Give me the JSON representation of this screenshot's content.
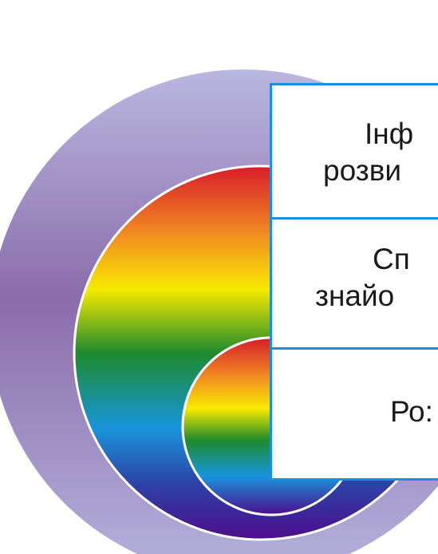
{
  "diagram": {
    "rings": [
      {
        "level": "outer",
        "fill": "lavender-purple gradient",
        "colors": [
          "#b6b6df",
          "#8d6fae",
          "#b7b4dc"
        ]
      },
      {
        "level": "middle",
        "fill": "rainbow spectrum",
        "colors": [
          "#e0202a",
          "#f6e400",
          "#1f8a2a",
          "#1a8fe0",
          "#5a0f94"
        ]
      },
      {
        "level": "inner",
        "fill": "rainbow spectrum",
        "colors": [
          "#e0202a",
          "#f6e400",
          "#1f8a2a",
          "#1a8fe0",
          "#5a0f94"
        ]
      }
    ],
    "box_border_color": "#1a8fe0",
    "labels": [
      {
        "line1": "Інф",
        "line2": "розви"
      },
      {
        "line1": "Сп",
        "line2": "знайо"
      },
      {
        "line1": "Ро:",
        "line2": ""
      }
    ]
  }
}
